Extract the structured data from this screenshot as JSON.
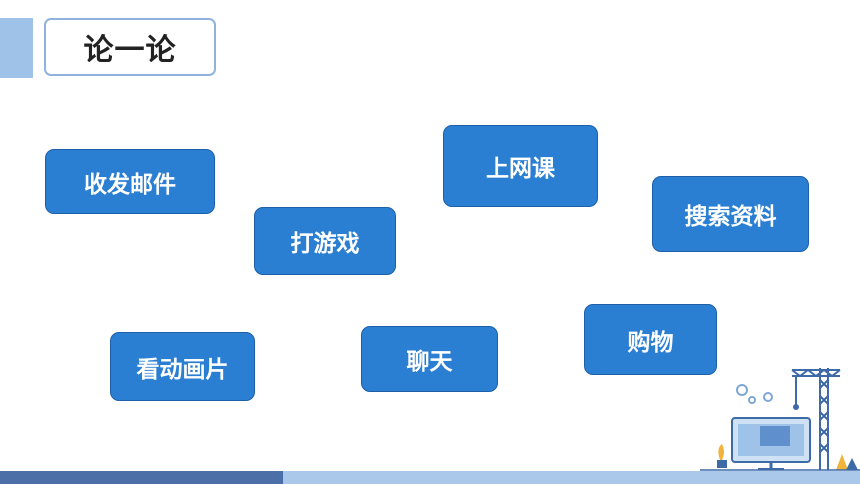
{
  "title": "论一论",
  "items": [
    {
      "label": "收发邮件"
    },
    {
      "label": "打游戏"
    },
    {
      "label": "上网课"
    },
    {
      "label": "搜索资料"
    },
    {
      "label": "看动画片"
    },
    {
      "label": "聊天"
    },
    {
      "label": "购物"
    }
  ],
  "colors": {
    "chip": "#2b7fd2",
    "accent": "#9fc2e8",
    "bar_dark": "#4c6fa8",
    "bar_light": "#aac9ea"
  },
  "illustration": {
    "icon": "computer-construction-icon"
  }
}
